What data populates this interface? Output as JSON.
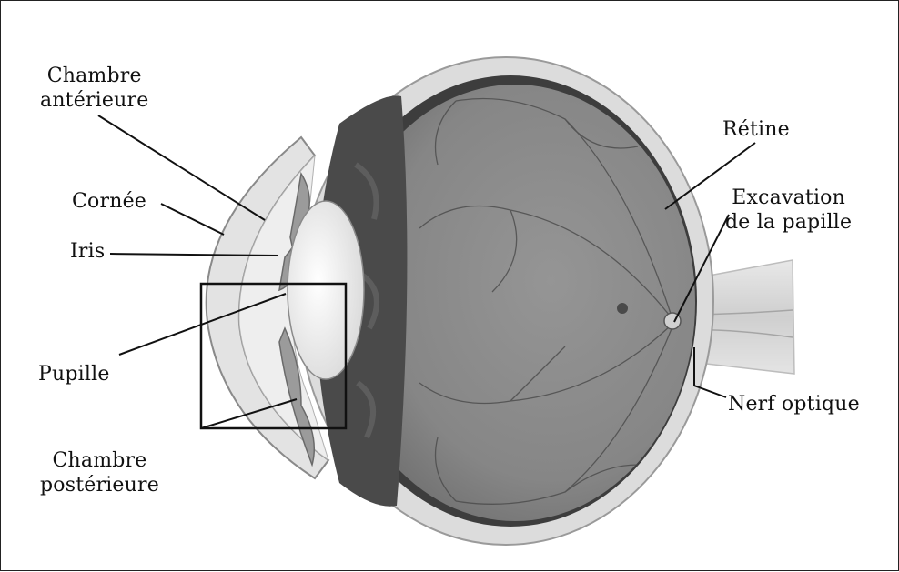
{
  "labels": {
    "chambre_anterieure": [
      "Chambre",
      "antérieure"
    ],
    "cornee": "Cornée",
    "iris": "Iris",
    "pupille": "Pupille",
    "chambre_posterieure": [
      "Chambre",
      "postérieure"
    ],
    "retine": "Rétine",
    "excavation_papille": [
      "Excavation",
      "de la papille"
    ],
    "nerf_optique": "Nerf optique"
  },
  "colors": {
    "vitreous": "#8a8a8a",
    "choroid": "#4f4f4f",
    "sclera": "#d9d9d9",
    "lens": "#f2f2f2",
    "leader_line": "#111111"
  }
}
